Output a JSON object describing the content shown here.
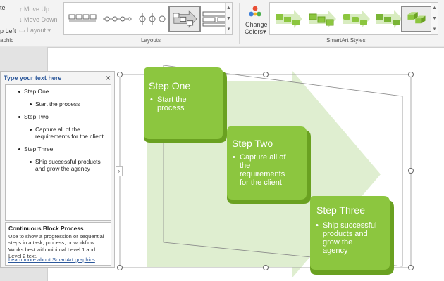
{
  "ribbon": {
    "left_group": {
      "item1": "te",
      "item2": "p Left",
      "label": "aphic",
      "move_up": "Move Up",
      "move_down": "Move Down",
      "layout": "Layout"
    },
    "layouts_label": "Layouts",
    "change_colors_line1": "Change",
    "change_colors_line2": "Colors",
    "styles_label": "SmartArt Styles"
  },
  "text_pane": {
    "title": "Type your text here",
    "close": "×",
    "items": [
      {
        "level": 1,
        "text": "Step One"
      },
      {
        "level": 2,
        "text": "Start the process"
      },
      {
        "level": 1,
        "text": "Step Two"
      },
      {
        "level": 2,
        "text": "Capture all of the requirements for the client"
      },
      {
        "level": 1,
        "text": "Step Three"
      },
      {
        "level": 2,
        "text": "Ship successful products and grow the agency"
      }
    ],
    "desc_title": "Continuous Block Process",
    "desc_body": "Use to show a progression or sequential steps in a task, process, or workflow. Works best with minimal Level 1 and Level 2 text.",
    "learn_more": "Learn more about SmartArt graphics",
    "toggle": "›"
  },
  "smartart": {
    "steps": [
      {
        "title": "Step One",
        "text_line1": "Start the",
        "text_line2": "process"
      },
      {
        "title": "Step Two",
        "text_line1": "Capture all of",
        "text_line2": "the",
        "text_line3": "requirements",
        "text_line4": "for the client"
      },
      {
        "title": "Step Three",
        "text_line1": "Ship successful",
        "text_line2": "products and",
        "text_line3": "grow the",
        "text_line4": "agency"
      }
    ]
  },
  "colors": {
    "green": "#8cc63f",
    "green_dark": "#6aa121",
    "arrow": "#dceccb",
    "accent_blue": "#2b579a"
  }
}
